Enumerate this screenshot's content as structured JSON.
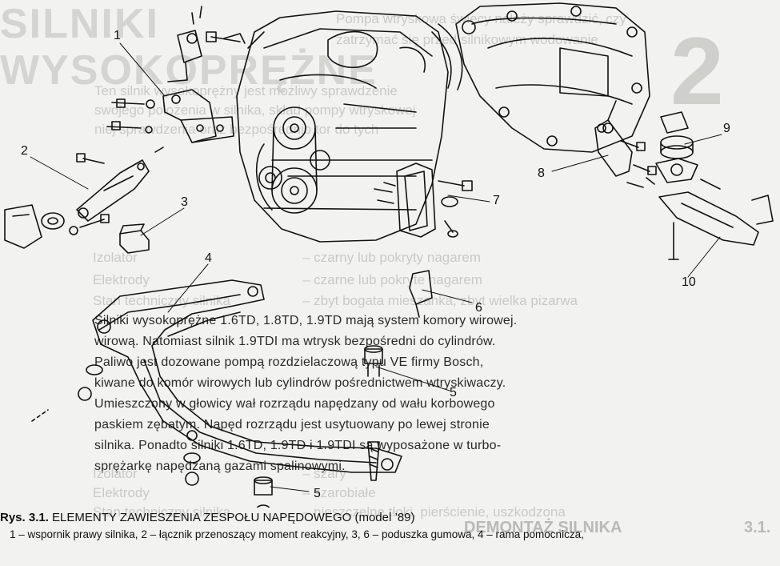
{
  "background_text": {
    "heading_line1": "SILNIKI",
    "heading_line2": "WYSOKOPRĘŻNE",
    "paragraph_lines": [
      "Pompa wtryskowa świecy należy sprawdzić, czy",
      "zatrzymać się przed silnikowym wodowanie",
      "Ten silnik wysokoprężny jest możliwy sprawdzenie",
      "swojego położenia w silnika, skład pompy wtryskowej",
      "niej sprawdzenia oraz bezpośrednio tor do tych"
    ],
    "table_rows": [
      [
        "Izolator",
        "– czarny lub pokryty nagarem"
      ],
      [
        "Elektrody",
        "– czarne lub pokryte nagarem"
      ],
      [
        "Stan techniczny silnika",
        "– zbyt bogata mieszanka, zbyt wielka pizarwa"
      ]
    ],
    "body_lines": [
      "Silniki wysokoprężne 1.6TD, 1.8TD, 1.9TD mają system komory wirowej.",
      "wirową. Natomiast silnik 1.9TDI ma wtrysk bezpośredni do cylindrów.",
      "Paliwo jest dozowane pompą rozdzielaczową typu VE firmy Bosch,",
      "kiwane do komór wirowych lub cylindrów pośrednictwem wtryskiwaczy.",
      "Umieszczony w głowicy wał rozrządu napędzany od wału korbowego",
      "paskiem zębatym. Napęd rozrządu jest usytuowany po lewej stronie",
      "silnika. Ponadto silniki 1.6TD, 1.9TD i 1.9TDI są wyposażone w turbo-",
      "sprężarkę napędzaną gazami spalinowymi."
    ],
    "lower_rows": [
      [
        "Izolator",
        "– szary"
      ],
      [
        "Elektrody",
        "– szarobiałe"
      ],
      [
        "Stan techniczny silnika",
        "– nieszczelne tłoki, pierścienie, uszkodzona"
      ]
    ],
    "section_heading": "DEMONTAŻ SILNIKA",
    "section_number": "3.1."
  },
  "callouts": [
    "1",
    "2",
    "3",
    "4",
    "5",
    "5",
    "6",
    "7",
    "8",
    "9",
    "10"
  ],
  "caption": {
    "prefix": "Rys. 3.1.",
    "title": "ELEMENTY ZAWIESZENIA ZESPOŁU NAPĘDOWEGO",
    "suffix": "(model ’89)",
    "legend": "1 – wspornik prawy silnika, 2 – łącznik przenoszący moment reakcyjny, 3, 6 – poduszka gumowa, 4 – rama pomocnicza,"
  },
  "colors": {
    "ink": "#111111",
    "ghost": "#c9c9c6",
    "paper": "#f2f2f0"
  }
}
